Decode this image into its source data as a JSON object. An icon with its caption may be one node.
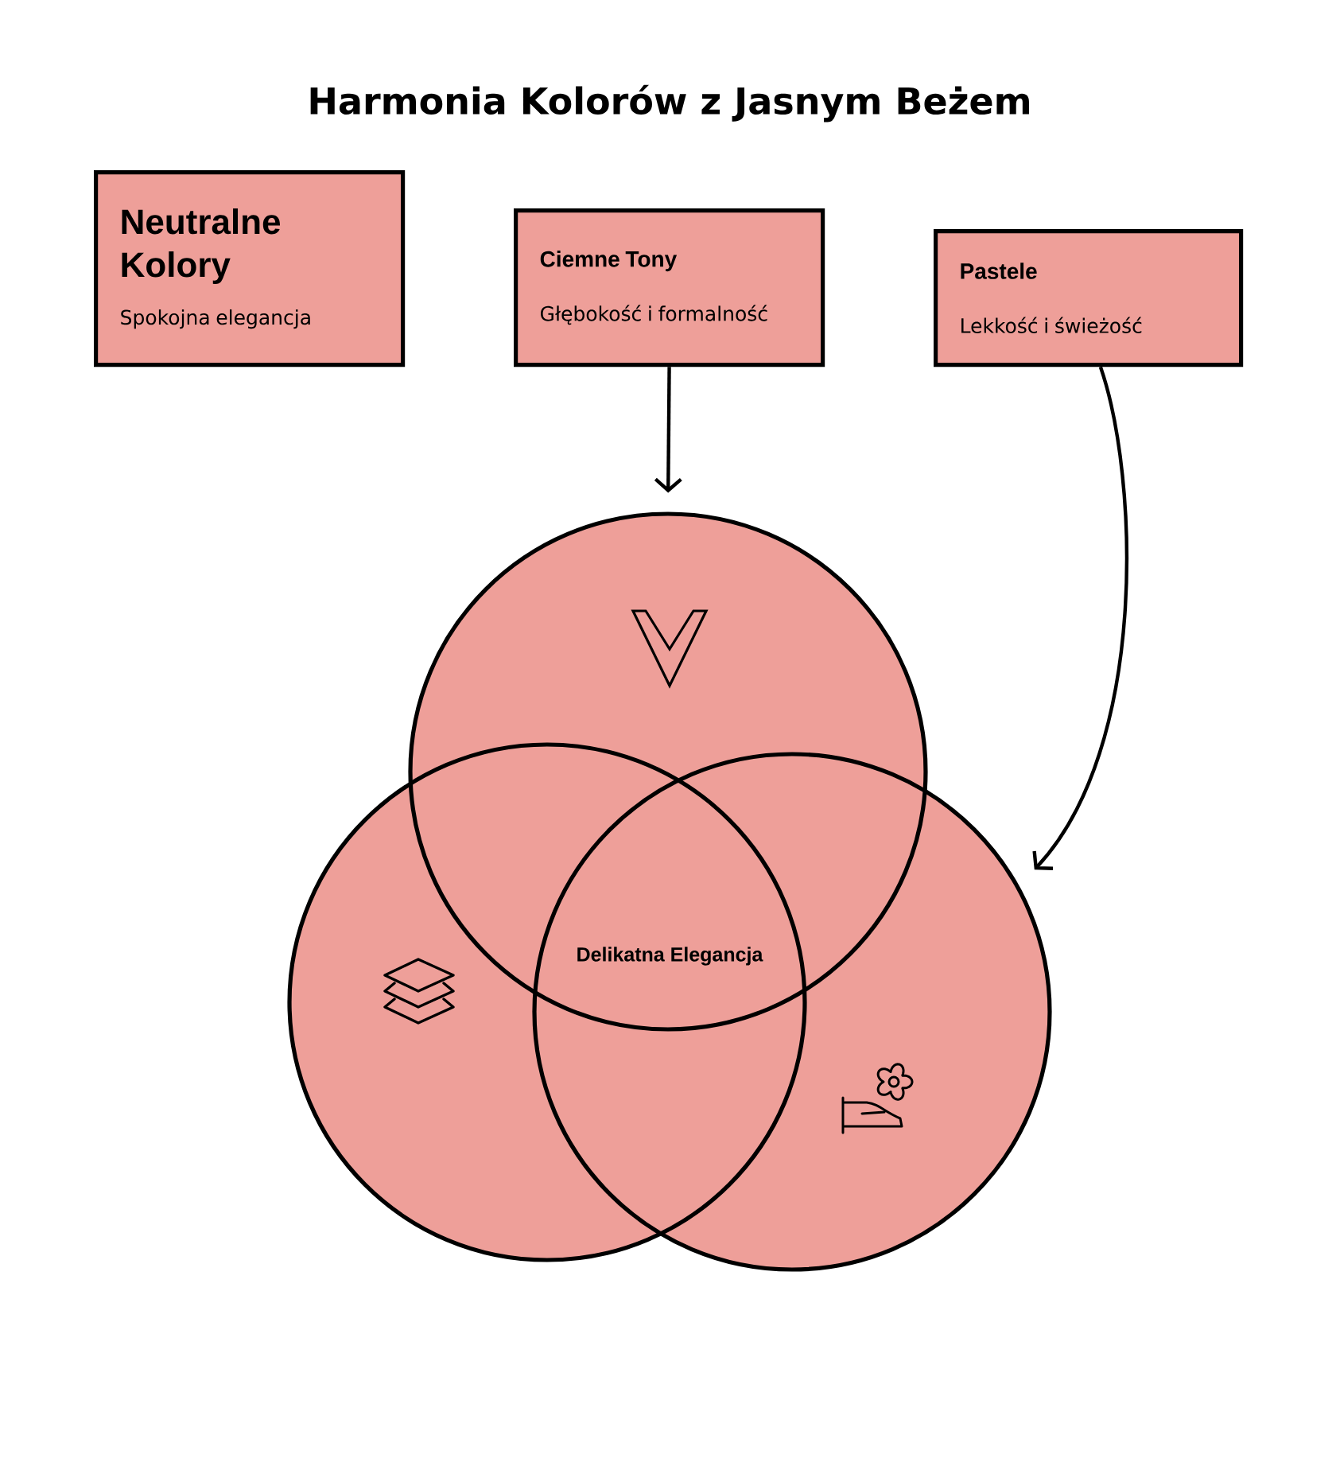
{
  "diagram": {
    "title": "Harmonia Kolorów z Jasnym Beżem",
    "nodes": [
      {
        "text": [
          "Neutralne Kolory",
          "Spokojna elegancja"
        ]
      },
      {
        "text": [
          "Ciemne Tony",
          "Głębokość i formalność"
        ]
      },
      {
        "text": [
          "Pastele",
          "Lekkość i świeżość"
        ]
      },
      {
        "text": [],
        "shape": "circle"
      },
      {
        "text": [],
        "shape": "circle"
      },
      {
        "text": [],
        "shape": "circle"
      }
    ],
    "edges": [
      {
        "from": 1,
        "to": 3,
        "arrow": "to"
      },
      {
        "from": 2,
        "to": 5,
        "arrow": "to"
      }
    ],
    "labels": [
      "Delikatna Elegancja"
    ]
  }
}
